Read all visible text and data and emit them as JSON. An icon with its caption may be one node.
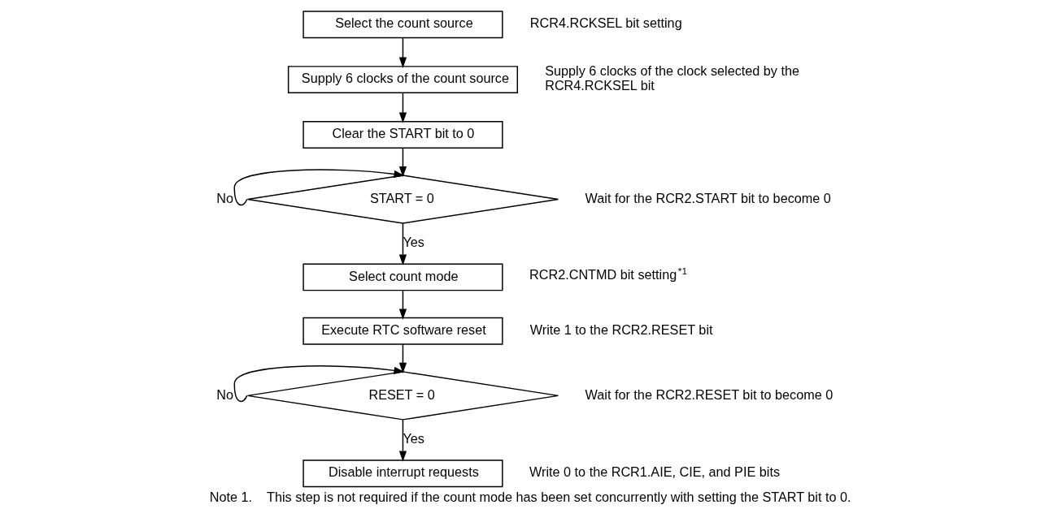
{
  "diagram": {
    "caption": "Note 1.    This step is not required if the count mode has been set concurrently with setting the START bit to 0.",
    "nodes": [
      {
        "text": [
          "Select the count source"
        ],
        "beside": [
          "RCR4.RCKSEL bit setting"
        ]
      },
      {
        "text": [
          "Supply 6 clocks of the count source"
        ],
        "beside": [
          "Supply 6 clocks of the clock selected by the RCR4.RCKSEL bit"
        ]
      },
      {
        "text": [
          "Clear the START bit to 0"
        ]
      },
      {
        "text": [
          "START = 0"
        ],
        "beside": [
          "Wait for the RCR2.START bit to become 0"
        ]
      },
      {
        "text": [
          "Select count mode"
        ],
        "beside": [
          "RCR2.CNTMD bit setting$^{*1}$"
        ]
      },
      {
        "text": [
          "Execute RTC software reset"
        ],
        "beside": [
          "Write 1 to the RCR2.RESET bit"
        ]
      },
      {
        "text": [
          "RESET = 0"
        ],
        "beside": [
          "Wait for the RCR2.RESET bit to become 0"
        ]
      },
      {
        "text": [
          "Disable interrupt requests"
        ],
        "beside": [
          "Write 0 to the RCR1.AIE, CIE, and PIE bits"
        ]
      }
    ],
    "edges": [
      {
        "from": 0,
        "to": 1,
        "arrow": "to"
      },
      {
        "from": 1,
        "to": 2,
        "arrow": "to"
      },
      {
        "from": 2,
        "to": 3,
        "arrow": "to"
      },
      {
        "from": 3,
        "to": 3,
        "arrow": "to",
        "label": "No"
      },
      {
        "from": 3,
        "to": 4,
        "arrow": "to",
        "label": "Yes"
      },
      {
        "from": 4,
        "to": 5,
        "arrow": "to"
      },
      {
        "from": 5,
        "to": 6,
        "arrow": "to"
      },
      {
        "from": 6,
        "to": 6,
        "arrow": "to",
        "label": "No"
      },
      {
        "from": 6,
        "to": 7,
        "arrow": "to",
        "label": "Yes"
      }
    ]
  }
}
